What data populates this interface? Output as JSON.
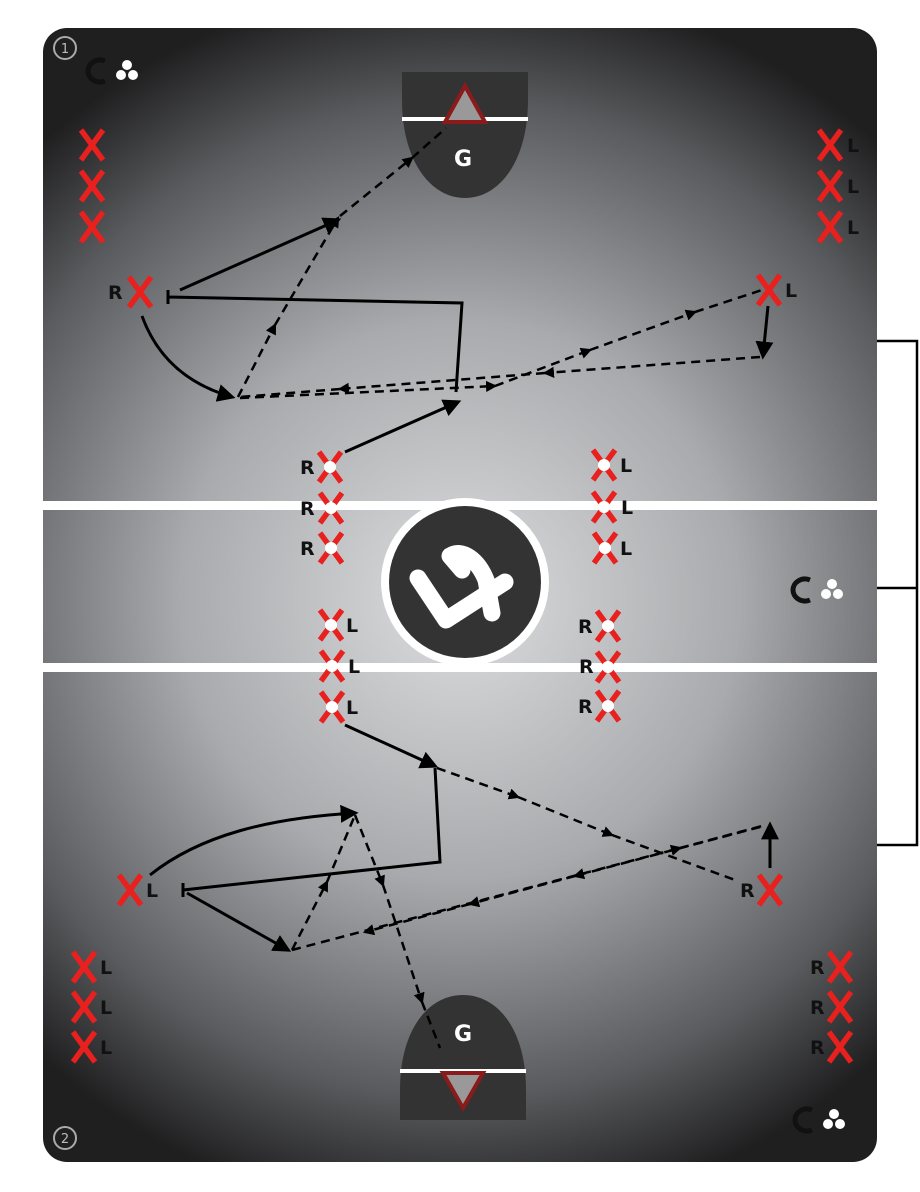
{
  "diagram": {
    "sheet_numbers": [
      "1",
      "2"
    ],
    "goal_label": "G",
    "side_labels": {
      "right": "R",
      "left": "L"
    },
    "colors": {
      "player": "#e8201e",
      "field_light": "#d9dadc",
      "field_dark": "#2b2b2d",
      "goal": "#333333",
      "lines": "#ffffff"
    },
    "icons": [
      "coach-icon",
      "balls-icon",
      "logo-icon",
      "goal-icon"
    ]
  }
}
